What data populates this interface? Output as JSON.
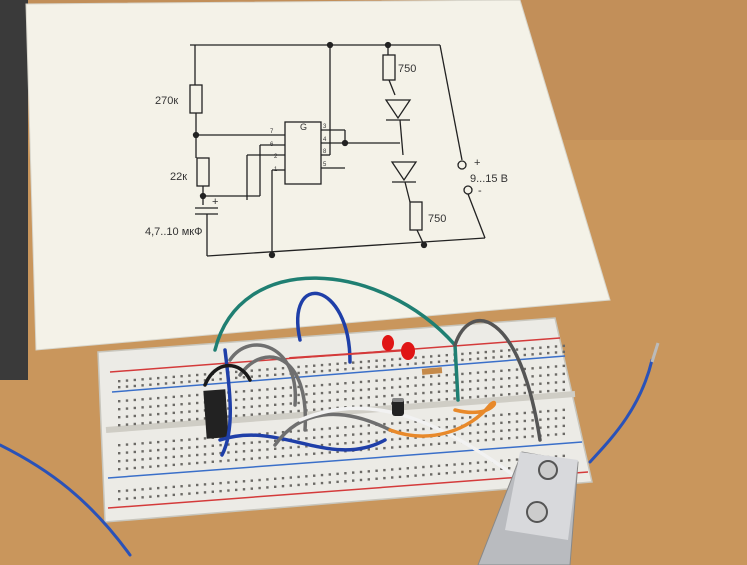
{
  "schematic": {
    "r1_label": "270к",
    "r2_label": "22к",
    "cap_label": "4,7..10 мкФ",
    "cap_polarity": "+",
    "ic_label": "G",
    "led_r_top_label": "750",
    "led_r_bottom_label": "750",
    "supply_label": "9...15 В",
    "supply_plus": "+",
    "supply_minus": "-",
    "pins_left": [
      "7",
      "6",
      "2",
      "1"
    ],
    "pins_right": [
      "3",
      "4",
      "8",
      "5"
    ]
  },
  "colors": {
    "table": "#c9965c",
    "paper": "#f4f2e8",
    "breadboard": "#ecebe6",
    "rail_red": "#d43a3a",
    "rail_blue": "#3a6fc9",
    "wire_green": "#1f7f72",
    "wire_blue": "#1f3fa8",
    "wire_gray": "#6f6f6f",
    "wire_black": "#1a1a1a",
    "wire_white": "#f2f2f2",
    "wire_orange": "#e8892a",
    "led": "#e01515"
  }
}
